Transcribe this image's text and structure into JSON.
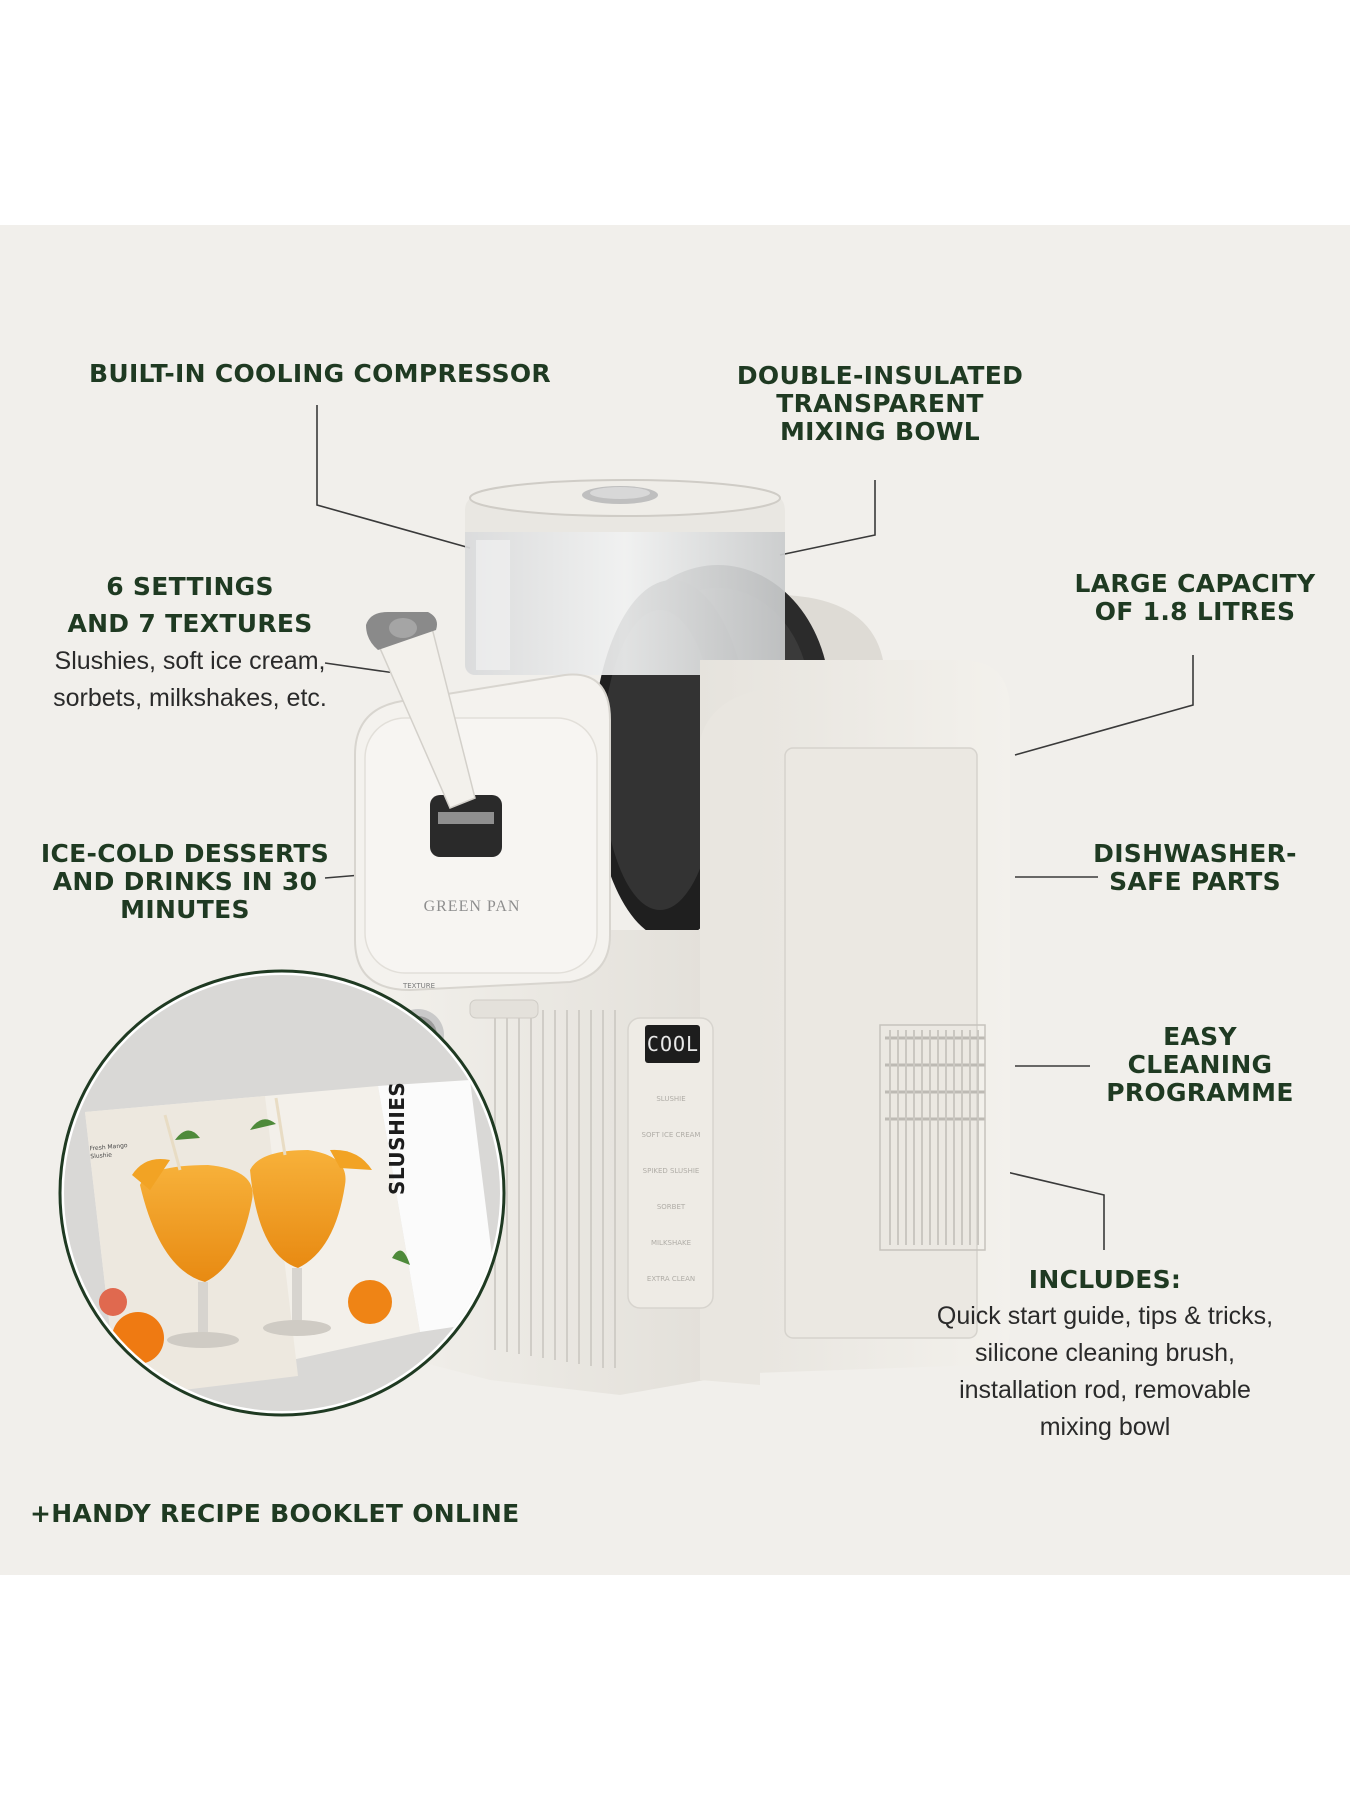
{
  "brand": "GREEN PAN",
  "machine": {
    "display": "COOL",
    "knob_label": "TEXTURE",
    "programs": [
      "SLUSHIE",
      "SOFT ICE CREAM",
      "SPIKED SLUSHIE",
      "SORBET",
      "MILKSHAKE",
      "EXTRA CLEAN"
    ]
  },
  "features": {
    "compressor": "BUILT-IN COOLING COMPRESSOR",
    "bowl": [
      "DOUBLE-INSULATED",
      "TRANSPARENT",
      "MIXING BOWL"
    ],
    "settings": {
      "title": [
        "6 SETTINGS",
        "AND 7 TEXTURES"
      ],
      "body": [
        "Slushies, soft ice cream,",
        "sorbets, milkshakes, etc."
      ]
    },
    "capacity": [
      "LARGE CAPACITY",
      "OF 1.8 LITRES"
    ],
    "speed": [
      "ICE-COLD DESSERTS",
      "AND DRINKS IN 30",
      "MINUTES"
    ],
    "dishwasher": [
      "DISHWASHER-",
      "SAFE PARTS"
    ],
    "cleaning": [
      "EASY",
      "CLEANING",
      "PROGRAMME"
    ],
    "includes": {
      "title": "INCLUDES:",
      "body": [
        "Quick start guide, tips & tricks,",
        "silicone cleaning brush,",
        "installation rod, removable",
        "mixing bowl"
      ]
    }
  },
  "booklet": {
    "page_title": "SLUSHIES",
    "recipe_name": "Fresh Mango Slushie"
  },
  "footer": "+HANDY RECIPE BOOKLET ONLINE",
  "colors": {
    "text_green": "#1f3a22",
    "panel_bg": "#f1efeb",
    "machine_body": "#ece9e3",
    "circle_border": "#1f3a22"
  }
}
